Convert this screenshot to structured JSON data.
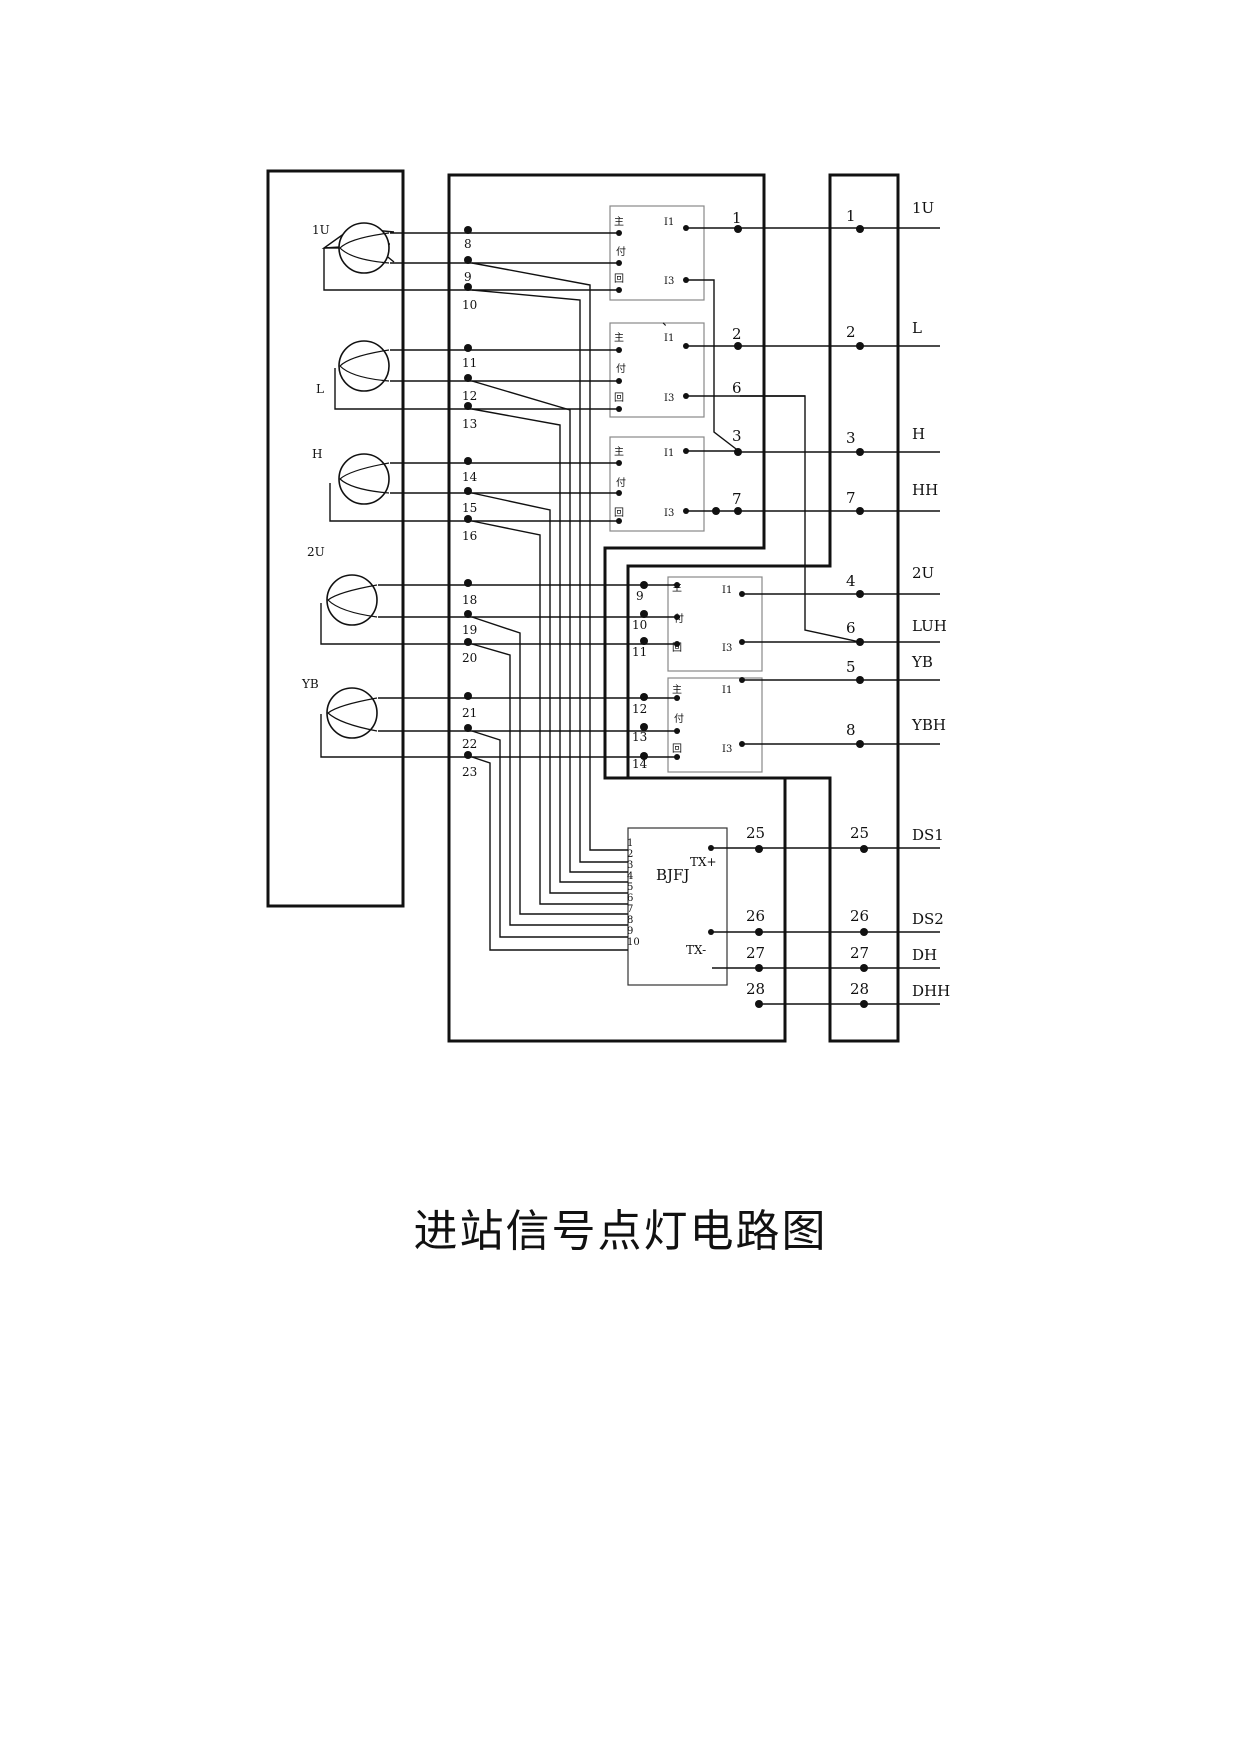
{
  "title": "进站信号点灯电路图",
  "lamps": [
    {
      "name": "1U"
    },
    {
      "name": "L"
    },
    {
      "name": "H"
    },
    {
      "name": "2U"
    },
    {
      "name": "YB"
    }
  ],
  "middle_terminals": [
    "8",
    "9",
    "10",
    "11",
    "12",
    "13",
    "14",
    "15",
    "16",
    "18",
    "19",
    "20",
    "21",
    "22",
    "23"
  ],
  "dj_groups": [
    {
      "zhu": "主",
      "fu": "付",
      "hui": "回",
      "i1": "I1",
      "i3": "I3"
    },
    {
      "zhu": "主",
      "fu": "付",
      "hui": "回",
      "i1": "I1",
      "i3": "I3"
    },
    {
      "zhu": "主",
      "fu": "付",
      "hui": "回",
      "i1": "I1",
      "i3": "I3"
    },
    {
      "zhu": "主",
      "fu": "付",
      "hui": "回",
      "i1": "I1",
      "i3": "I3"
    },
    {
      "zhu": "主",
      "fu": "付",
      "hui": "回",
      "i1": "I1",
      "i3": "I3"
    }
  ],
  "upper_out_terminals": [
    "1",
    "2",
    "6",
    "3",
    "7"
  ],
  "lower_in_terminals": [
    "9",
    "10",
    "11",
    "12",
    "13",
    "14"
  ],
  "bjfj": {
    "name": "BJFJ",
    "pins": [
      "1",
      "2",
      "3",
      "4",
      "5",
      "6",
      "7",
      "8",
      "9",
      "10"
    ],
    "tx_plus": "TX+",
    "tx_minus": "TX-"
  },
  "bjfj_terminals": [
    "25",
    "26",
    "27",
    "28"
  ],
  "right_terminals": [
    "1",
    "2",
    "3",
    "7",
    "4",
    "6",
    "5",
    "8",
    "25",
    "26",
    "27",
    "28"
  ],
  "outputs": [
    "1U",
    "L",
    "H",
    "HH",
    "2U",
    "LUH",
    "YB",
    "YBH",
    "DS1",
    "DS2",
    "DH",
    "DHH"
  ],
  "stray_mark": "、"
}
